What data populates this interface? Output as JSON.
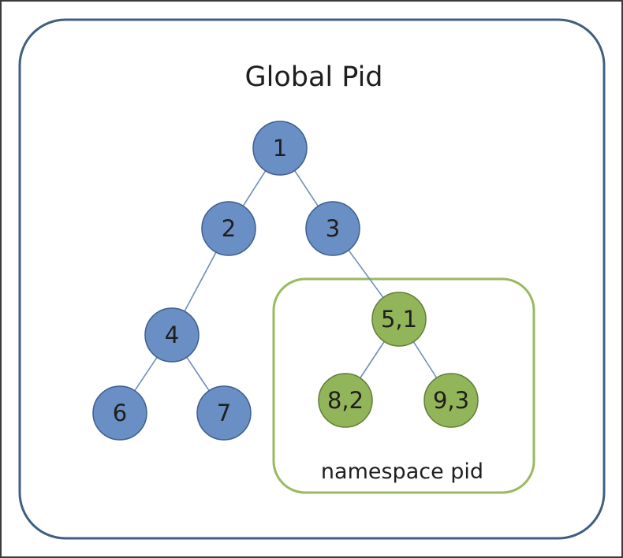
{
  "global_box": {
    "title": "Global Pid"
  },
  "namespace_box": {
    "caption": "namespace pid"
  },
  "colors": {
    "frame_border": "#3a3a3a",
    "global_border": "#3f5f82",
    "namespace_border": "#9aba5e",
    "global_node_fill": "#6a8fc4",
    "global_node_stroke": "#3e5f8e",
    "namespace_node_fill": "#93b55a",
    "namespace_node_stroke": "#5f7f36",
    "edge": "#6d8fb8"
  },
  "nodes": [
    {
      "id": "n1",
      "label": "1",
      "group": "global"
    },
    {
      "id": "n2",
      "label": "2",
      "group": "global"
    },
    {
      "id": "n3",
      "label": "3",
      "group": "global"
    },
    {
      "id": "n4",
      "label": "4",
      "group": "global"
    },
    {
      "id": "n6",
      "label": "6",
      "group": "global"
    },
    {
      "id": "n7",
      "label": "7",
      "group": "global"
    },
    {
      "id": "n5",
      "label": "5,1",
      "group": "namespace"
    },
    {
      "id": "n8",
      "label": "8,2",
      "group": "namespace"
    },
    {
      "id": "n9",
      "label": "9,3",
      "group": "namespace"
    }
  ],
  "edges": [
    {
      "from": "n1",
      "to": "n2"
    },
    {
      "from": "n1",
      "to": "n3"
    },
    {
      "from": "n2",
      "to": "n4"
    },
    {
      "from": "n3",
      "to": "n5"
    },
    {
      "from": "n4",
      "to": "n6"
    },
    {
      "from": "n4",
      "to": "n7"
    },
    {
      "from": "n5",
      "to": "n8"
    },
    {
      "from": "n5",
      "to": "n9"
    }
  ]
}
